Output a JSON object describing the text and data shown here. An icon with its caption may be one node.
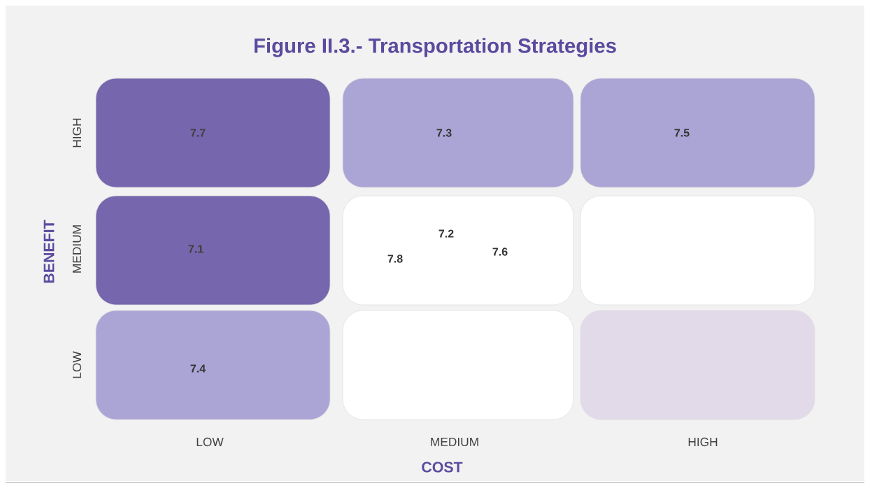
{
  "diagram": {
    "title": "Figure II.3.- Transportation Strategies",
    "nodes": [
      {
        "text": [
          "7.7"
        ]
      },
      {
        "text": [
          "7.3"
        ]
      },
      {
        "text": [
          "7.5"
        ]
      },
      {
        "text": [
          "7.1"
        ]
      },
      {
        "text": [
          "7.2",
          "7.8",
          "7.6"
        ]
      },
      {
        "text": [],
        "shape": "box"
      },
      {
        "text": [
          "7.4"
        ]
      },
      {
        "text": [],
        "shape": "box"
      },
      {
        "text": [],
        "shape": "box"
      }
    ],
    "labels": [
      "HIGH",
      "MEDIUM",
      "LOW",
      "BENEFIT",
      "LOW",
      "MEDIUM",
      "HIGH",
      "COST"
    ]
  }
}
